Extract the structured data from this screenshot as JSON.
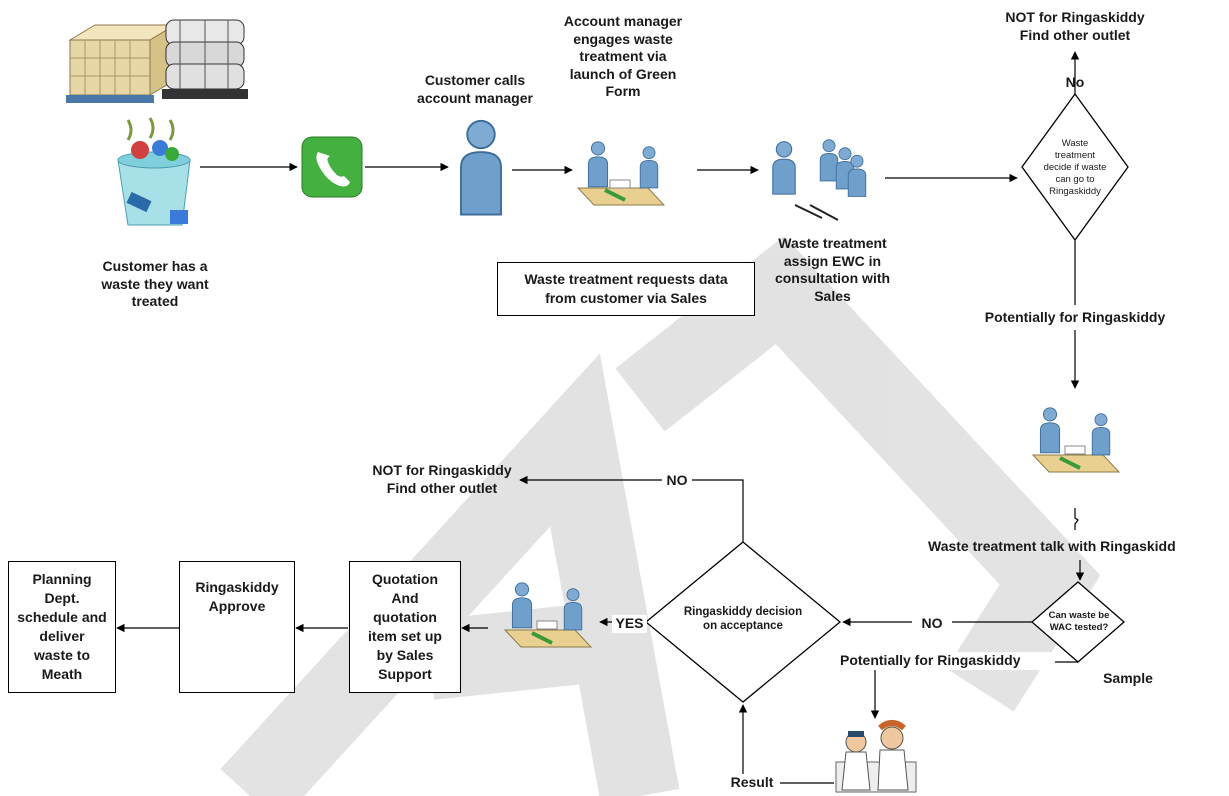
{
  "watermark": "DRAFT",
  "labels": {
    "customer_waste": "Customer has a\nwaste they want\ntreated",
    "customer_calls": "Customer calls\naccount manager",
    "account_manager": "Account manager\nengages waste\ntreatment via\nlaunch of Green\nForm",
    "assign_ewc": "Waste treatment\nassign EWC in\nconsultation with\nSales",
    "requests_data": "Waste treatment requests data\nfrom customer via Sales",
    "not_ringaskiddy_top": "NOT for Ringaskiddy\nFind other outlet",
    "no_top": "No",
    "decide_diamond": "Waste\ntreatment\ndecide if waste\ncan go to\nRingaskiddy",
    "potentially_top": "Potentially for Ringaskiddy",
    "talk_ringaskidd": "Waste treatment talk with Ringaskidd",
    "wac_diamond": "Can waste be\nWAC tested?",
    "no_wac": "NO",
    "sample": "Sample",
    "potentially_bottom": "Potentially for Ringaskiddy",
    "result": "Result",
    "decision_diamond": "Ringaskiddy decision\non acceptance",
    "no_decision": "NO",
    "not_ringaskiddy_left": "NOT for Ringaskiddy\nFind other outlet",
    "yes": "YES",
    "quotation": "Quotation\nAnd\nquotation\nitem set up\nby Sales\nSupport",
    "approve": "Ringaskiddy\nApprove",
    "planning": "Planning\nDept.\nschedule and\ndeliver\nwaste to\nMeath"
  },
  "icons": {
    "pallets": "pallet-stack-icon",
    "bags": "sack-pallet-icon",
    "bin": "waste-bin-icon",
    "phone": "phone-icon",
    "person": "person-icon",
    "meeting": "meeting-icon",
    "group": "group-icon",
    "lab": "lab-scientists-icon"
  },
  "colors": {
    "person_blue": "#6f9fcb",
    "phone_green": "#44b040",
    "desk": "#e9d090",
    "arrow": "#000000",
    "watermark": "#d9d9d9"
  }
}
